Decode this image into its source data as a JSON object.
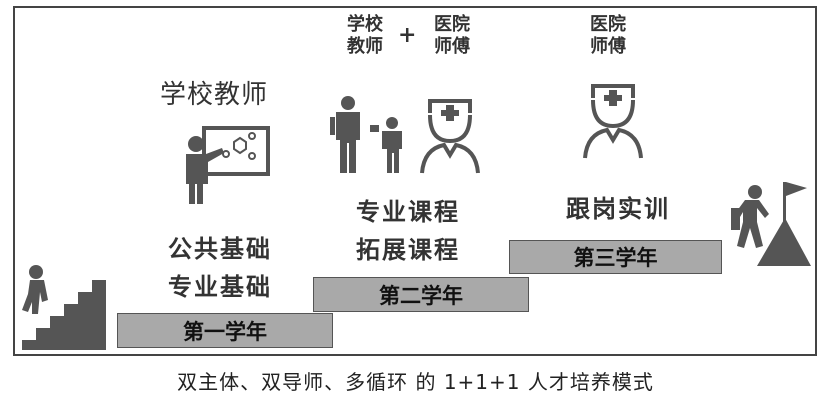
{
  "stages": [
    {
      "step_label": "第一学年",
      "courses": [
        "公共基础",
        "专业基础"
      ],
      "mentor_label": "学校教师"
    },
    {
      "step_label": "第二学年",
      "courses": [
        "专业课程",
        "拓展课程"
      ],
      "mentor_labels": [
        "学校教师",
        "医院师傅"
      ],
      "joiner": "+"
    },
    {
      "step_label": "第三学年",
      "courses": [
        "跟岗实训"
      ],
      "mentor_labels": [
        "医院师傅"
      ]
    }
  ],
  "caption": "双主体、双导师、多循环  的  1+1+1  人才培养模式",
  "icons": [
    "stairs-climber-icon",
    "teacher-board-icon",
    "teacher-student-icon",
    "doctor-icon",
    "summit-flag-icon"
  ],
  "colors": {
    "step_fill": "#a9a9a9",
    "frame": "#444444",
    "icon": "#555555"
  }
}
